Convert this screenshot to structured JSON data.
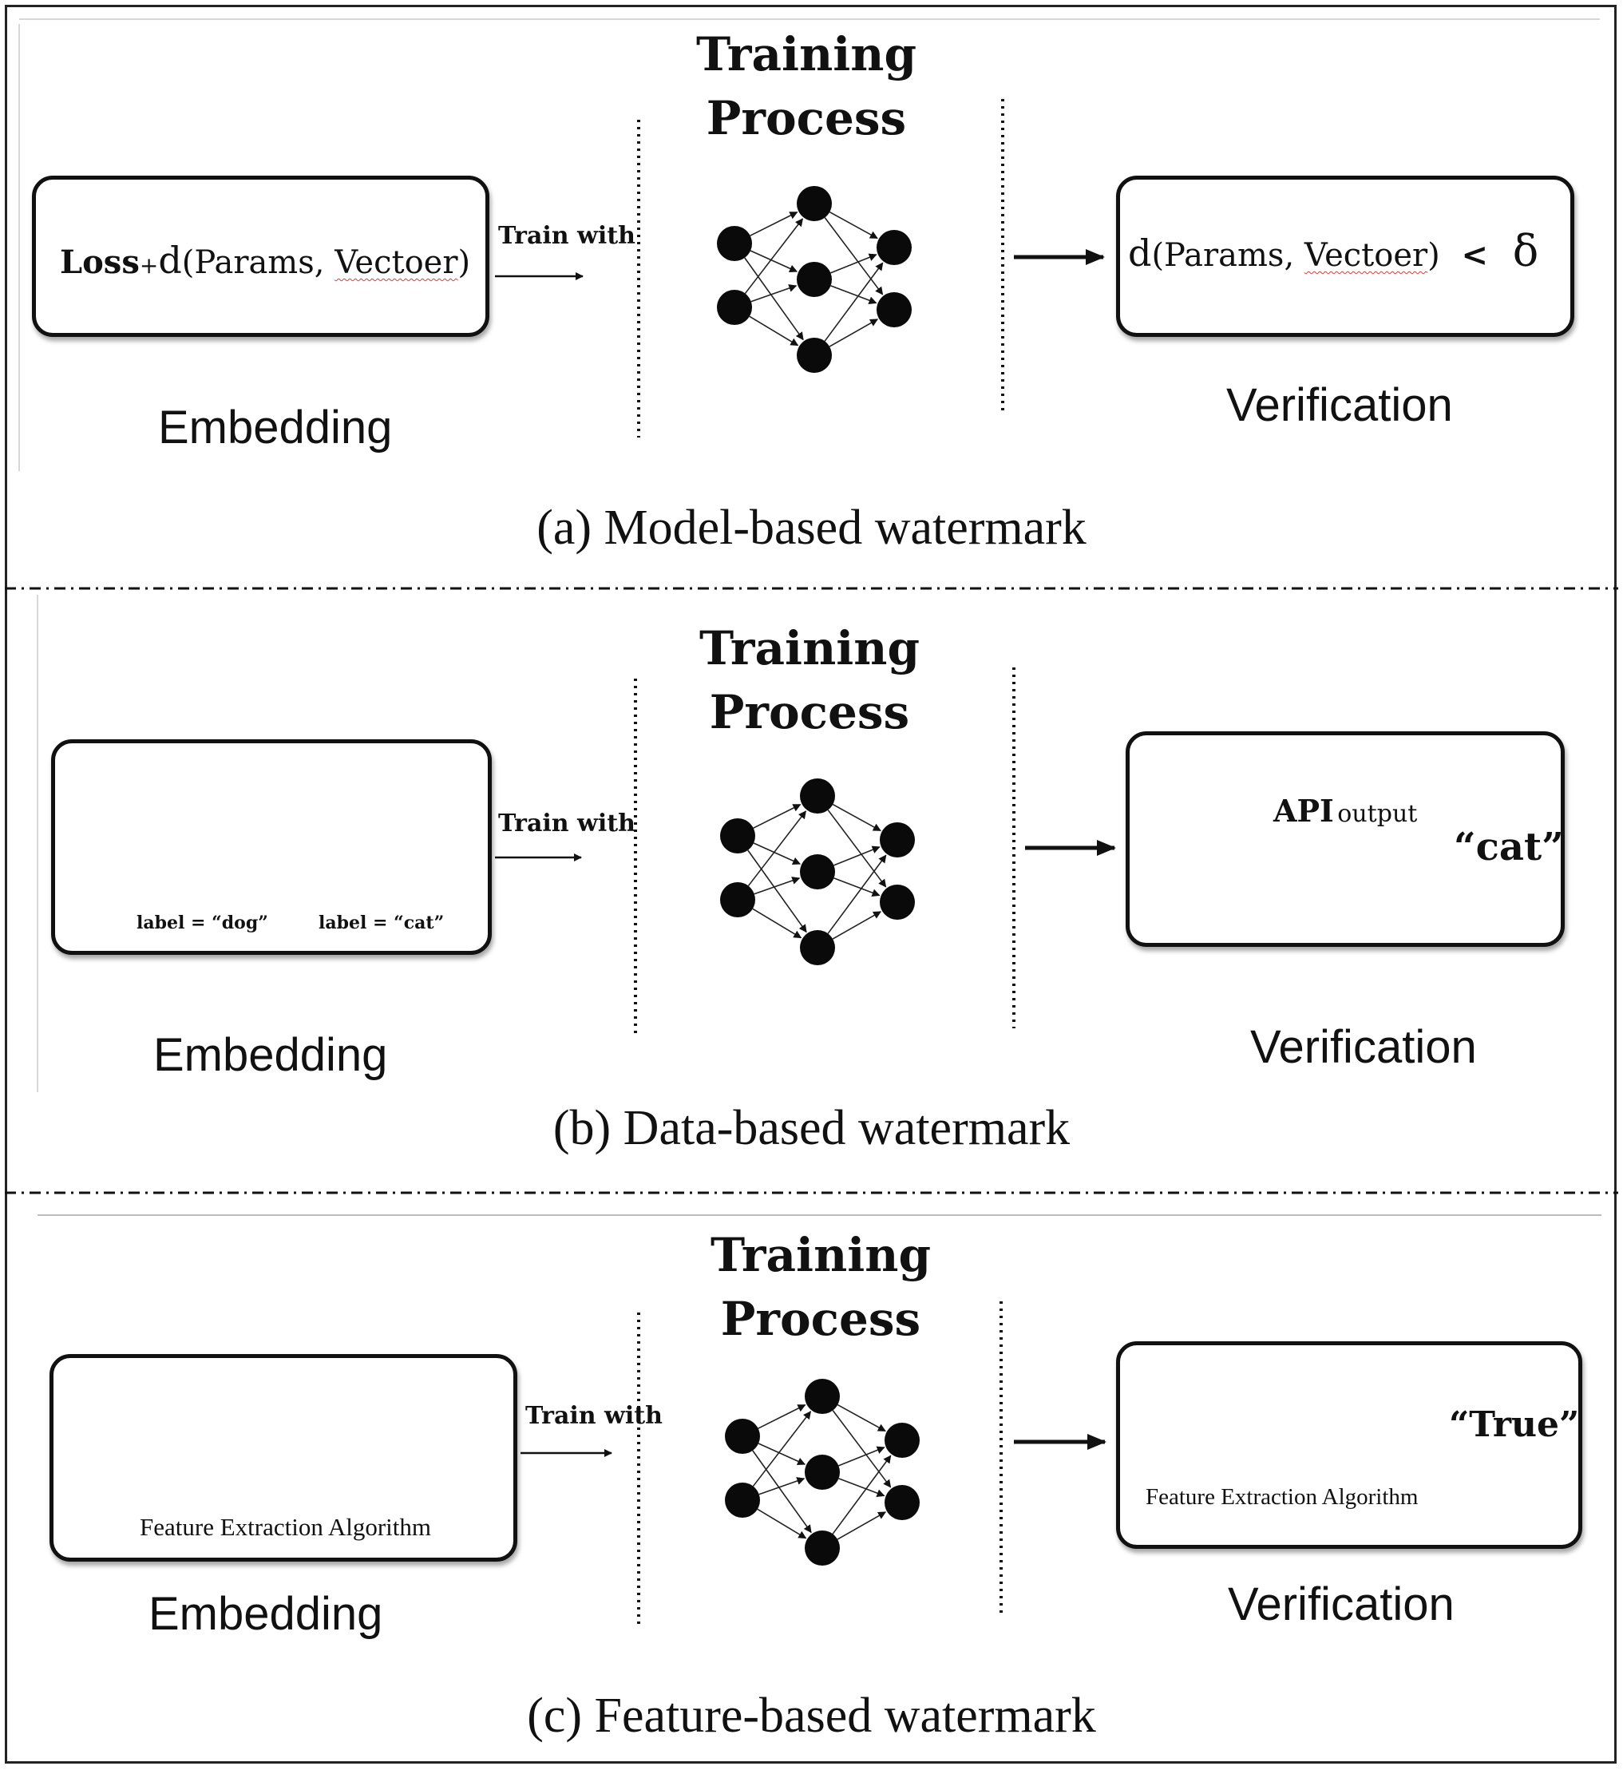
{
  "sections": [
    {
      "id": "model",
      "title_line1": "Training",
      "title_line2": "Process",
      "train_with": "Train with",
      "embedding_label": "Embedding",
      "verification_label": "Verification",
      "caption": "(a) Model-based watermark",
      "embed_formula": {
        "loss": "Loss",
        "plus": "+",
        "d": "d",
        "args_open": "(Params, ",
        "vectoer": "Vectoer",
        "args_close": ")"
      },
      "verify_formula": {
        "d": "d",
        "args_open": "(Params, ",
        "vectoer": "Vectoer",
        "args_close": ")",
        "lt": "<",
        "delta": "δ"
      }
    },
    {
      "id": "data",
      "title_line1": "Training",
      "title_line2": "Process",
      "train_with": "Train with",
      "embedding_label": "Embedding",
      "verification_label": "Verification",
      "caption": "(b) Data-based watermark",
      "label_dog": "label  = “dog”",
      "label_cat": "label  = “cat”",
      "api": "API",
      "output": "output",
      "result": "“cat”"
    },
    {
      "id": "feature",
      "title_line1": "Training",
      "title_line2": "Process",
      "train_with": "Train with",
      "embedding_label": "Embedding",
      "verification_label": "Verification",
      "caption": "(c) Feature-based watermark",
      "feature_algo": "Feature Extraction Algorithm",
      "result": "“True”"
    }
  ],
  "icons": [
    "neural-network-icon",
    "dog-photo-icon",
    "noise-pattern-icon",
    "feature-extractor-icon"
  ]
}
